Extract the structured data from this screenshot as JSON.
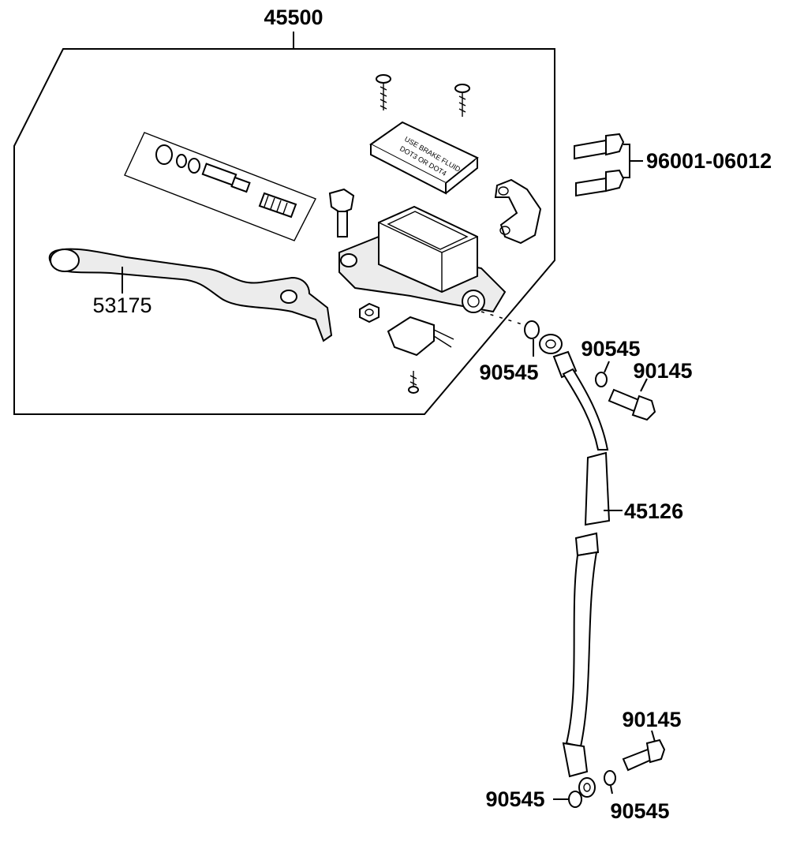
{
  "diagram": {
    "labels": {
      "master_cylinder_assembly": "45500",
      "brake_lever": "53175",
      "clamp_bolts": "96001-06012",
      "brake_hose": "45126",
      "banjo_washer_top_left": "90545",
      "banjo_washer_top_right": "90545",
      "banjo_bolt_top": "90145",
      "banjo_bolt_bottom": "90145",
      "banjo_washer_bottom_left": "90545",
      "banjo_washer_bottom_right": "90545"
    },
    "reservoir_cap_text": [
      "USE BRAKE FLUID",
      "DOT3 OR DOT4"
    ]
  }
}
